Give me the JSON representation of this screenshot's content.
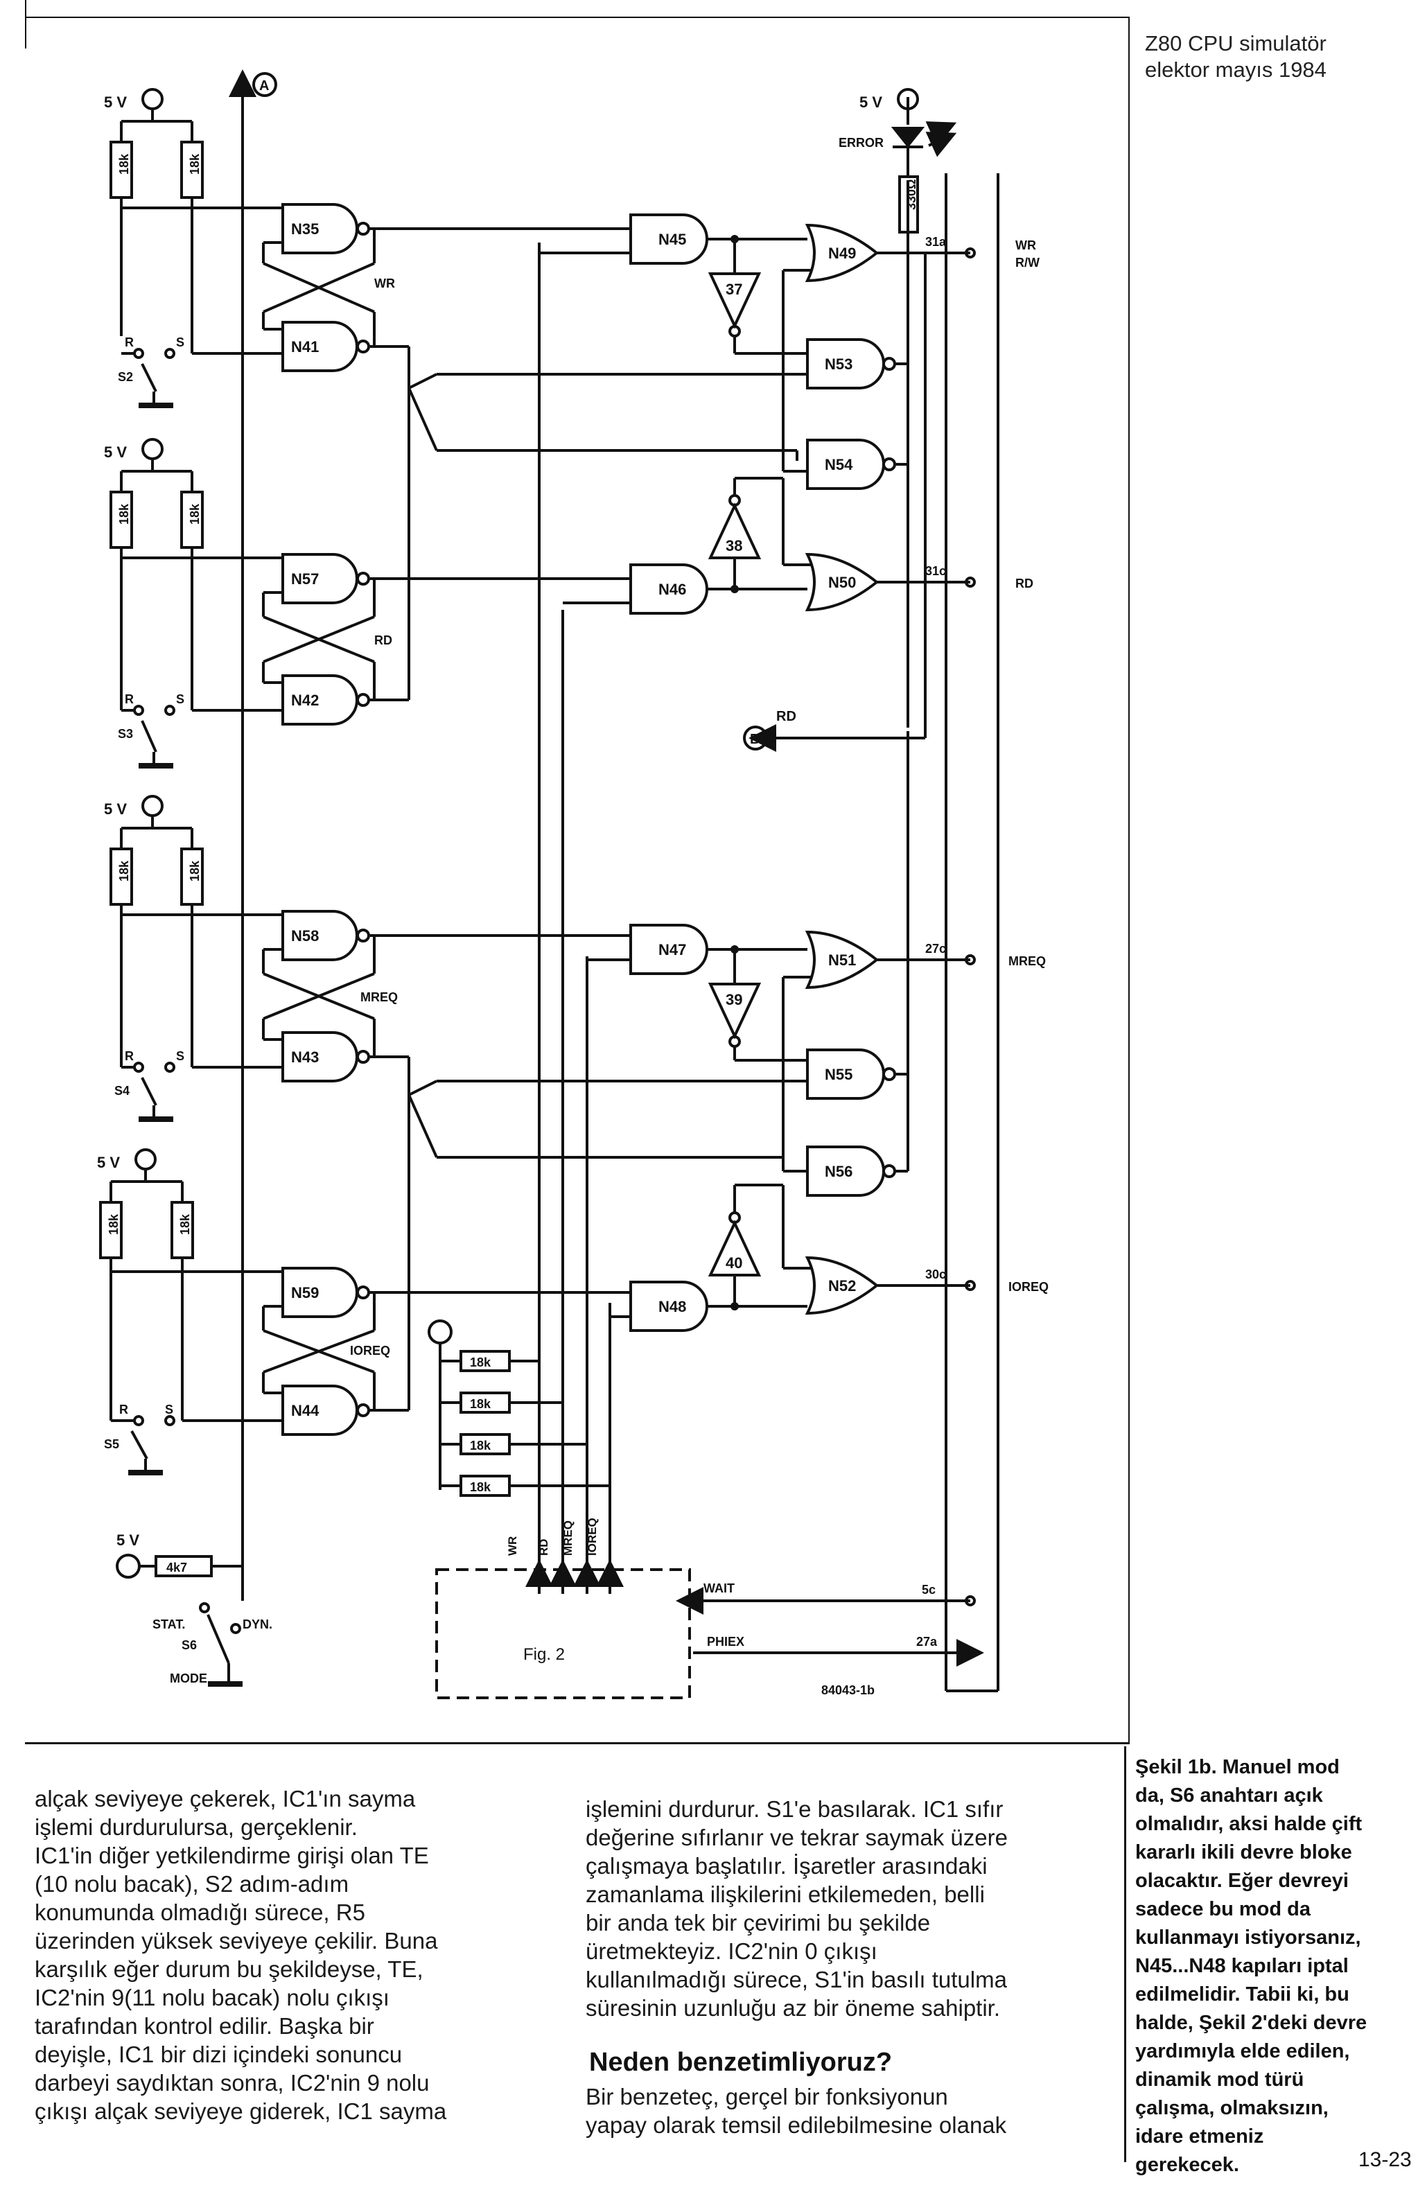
{
  "header": {
    "line1": "Z80 CPU simulatör",
    "line2": "elektor mayıs 1984"
  },
  "schematic": {
    "supply": "5 V",
    "resistor_18k": "18k",
    "resistor_4k7": "4k7",
    "resistor_330": "330Ω",
    "error_label": "ERROR",
    "connector_a": "A",
    "connector_b": "B",
    "b_signal": "RD",
    "fig_label": "Fig. 2",
    "ref": "84043-1b",
    "switch_stat": "STAT.",
    "switch_dyn": "DYN.",
    "switch_s6": "S6",
    "switch_mode": "MODE",
    "switches": [
      "S2",
      "S3",
      "S4",
      "S5"
    ],
    "flipflop_labels": [
      "WR",
      "RD",
      "MREQ",
      "IOREQ"
    ],
    "outputs": [
      {
        "pin": "31a",
        "signal": "WR",
        "signal2": "R/W"
      },
      {
        "pin": "31c",
        "signal": "RD"
      },
      {
        "pin": "27c",
        "signal": "MREQ"
      },
      {
        "pin": "30c",
        "signal": "IOREQ"
      }
    ],
    "inputs": [
      {
        "pin": "5c",
        "signal": "WAIT"
      },
      {
        "pin": "27a",
        "signal": "PHIEX"
      }
    ],
    "bus_labels": [
      "WR",
      "RD",
      "MREQ",
      "IOREQ"
    ],
    "gates": {
      "N35": "N35",
      "N41": "N41",
      "N57": "N57",
      "N42": "N42",
      "N58": "N58",
      "N43": "N43",
      "N59": "N59",
      "N44": "N44",
      "N45": "N45",
      "N46": "N46",
      "N47": "N47",
      "N48": "N48",
      "N49": "N49",
      "N53": "N53",
      "N54": "N54",
      "N50": "N50",
      "N51": "N51",
      "N55": "N55",
      "N56": "N56",
      "N52": "N52",
      "I37": "37",
      "I38": "38",
      "I39": "39",
      "I40": "40"
    },
    "switch_r": "R",
    "switch_s": "S"
  },
  "body": {
    "col1": "alçak seviyeye çekerek, IC1'ın sayma\nişlemi durdurulursa, gerçeklenir.\nIC1'in diğer yetkilendirme girişi olan TE\n(10 nolu bacak), S2 adım-adım\nkonumunda olmadığı sürece, R5\nüzerinden yüksek seviyeye çekilir. Buna\nkarşılık eğer durum bu şekildeyse, TE,\nIC2'nin 9(11 nolu bacak) nolu çıkışı\ntarafından kontrol edilir. Başka bir\ndeyişle, IC1 bir dizi içindeki sonuncu\ndarbeyi saydıktan sonra, IC2'nin 9 nolu\nçıkışı alçak seviyeye giderek, IC1 sayma",
    "col2": "işlemini durdurur. S1'e basılarak. IC1 sıfır\ndeğerine sıfırlanır ve tekrar saymak üzere\nçalışmaya başlatılır. İşaretler arasındaki\nzamanlama ilişkilerini etkilemeden, belli\nbir anda tek bir çevirimi bu şekilde\nüretmekteyiz. IC2'nin 0 çıkışı\nkullanılmadığı sürece, S1'in basılı tutulma\nsüresinin uzunluğu az bir öneme sahiptir.",
    "heading": "Neden benzetimliyoruz?",
    "col2_after": "Bir benzeteç, gerçel bir fonksiyonun\nyapay olarak temsil edilebilmesine olanak"
  },
  "caption": "Şekil 1b. Manuel mod\nda, S6 anahtarı açık\nolmalıdır, aksi halde çift\nkararlı ikili devre bloke\nolacaktır. Eğer devreyi\nsadece bu mod da\nkullanmayı istiyorsanız,\nN45...N48 kapıları iptal\nedilmelidir. Tabii ki, bu\nhalde, Şekil 2'deki devre\nyardımıyla elde edilen,\ndinamik mod türü\nçalışma, olmaksızın,\nidare etmeniz\ngerekecek.",
  "page_number": "13-23"
}
